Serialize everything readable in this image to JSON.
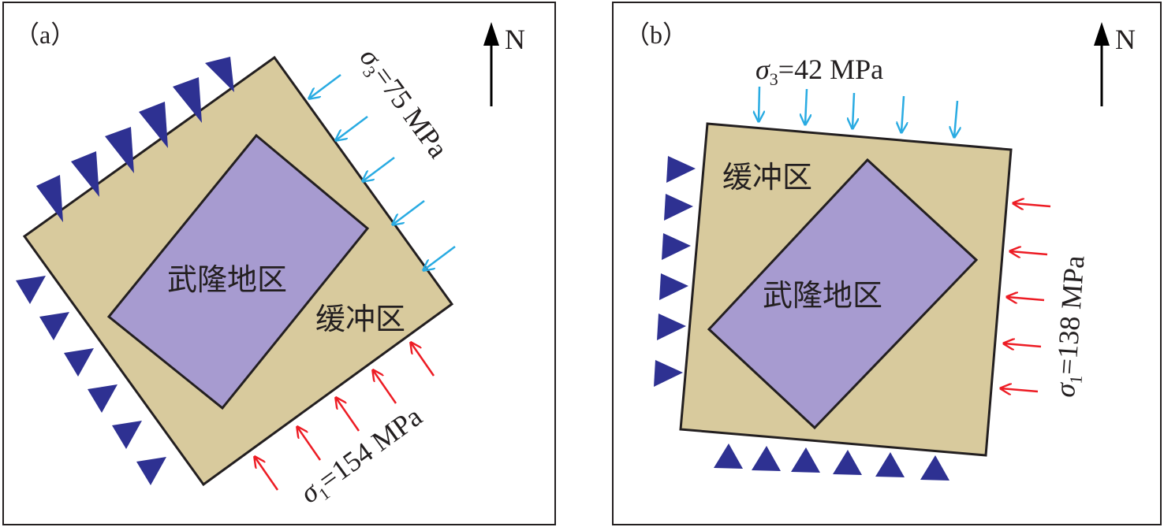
{
  "colors": {
    "buffer": "#d8ca9d",
    "region": "#a79bd0",
    "triangle": "#2e3192",
    "sigma3": "#29abe2",
    "sigma1": "#ed1c24",
    "stroke": "#231f20"
  },
  "panel_a": {
    "label": "（a）",
    "north": "N",
    "region_label": "武隆地区",
    "buffer_label": "缓冲区",
    "sigma3_symbol": "σ",
    "sigma3_sub": "3",
    "sigma3_value": "=75 MPa",
    "sigma1_symbol": "σ",
    "sigma1_sub": "1",
    "sigma1_value": "=154 MPa"
  },
  "panel_b": {
    "label": "（b）",
    "north": "N",
    "region_label": "武隆地区",
    "buffer_label": "缓冲区",
    "sigma3_symbol": "σ",
    "sigma3_sub": "3",
    "sigma3_value": "=42 MPa",
    "sigma1_symbol": "σ",
    "sigma1_sub": "1",
    "sigma1_value": "=138 MPa"
  }
}
